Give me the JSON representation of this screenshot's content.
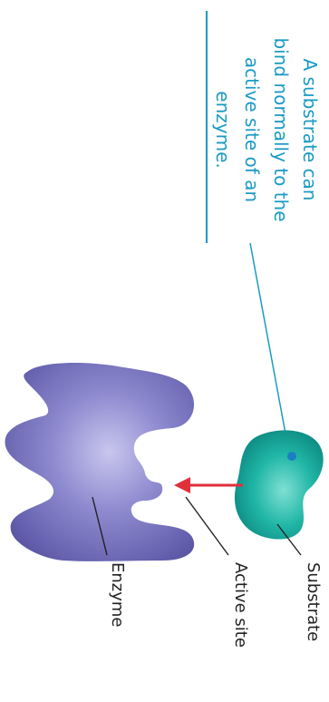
{
  "callout": {
    "lines": [
      "A substrate can",
      "bind normally to the",
      "active site of an",
      "enzyme."
    ]
  },
  "labels": {
    "substrate": "Substrate",
    "active_site": "Active site",
    "enzyme": "Enzyme"
  },
  "colors": {
    "callout_text": "#1b9bc4",
    "substrate": "#1fb5a4",
    "enzyme": "#7f7bc3",
    "arrow": "#e0303a",
    "leader": "#222222"
  }
}
